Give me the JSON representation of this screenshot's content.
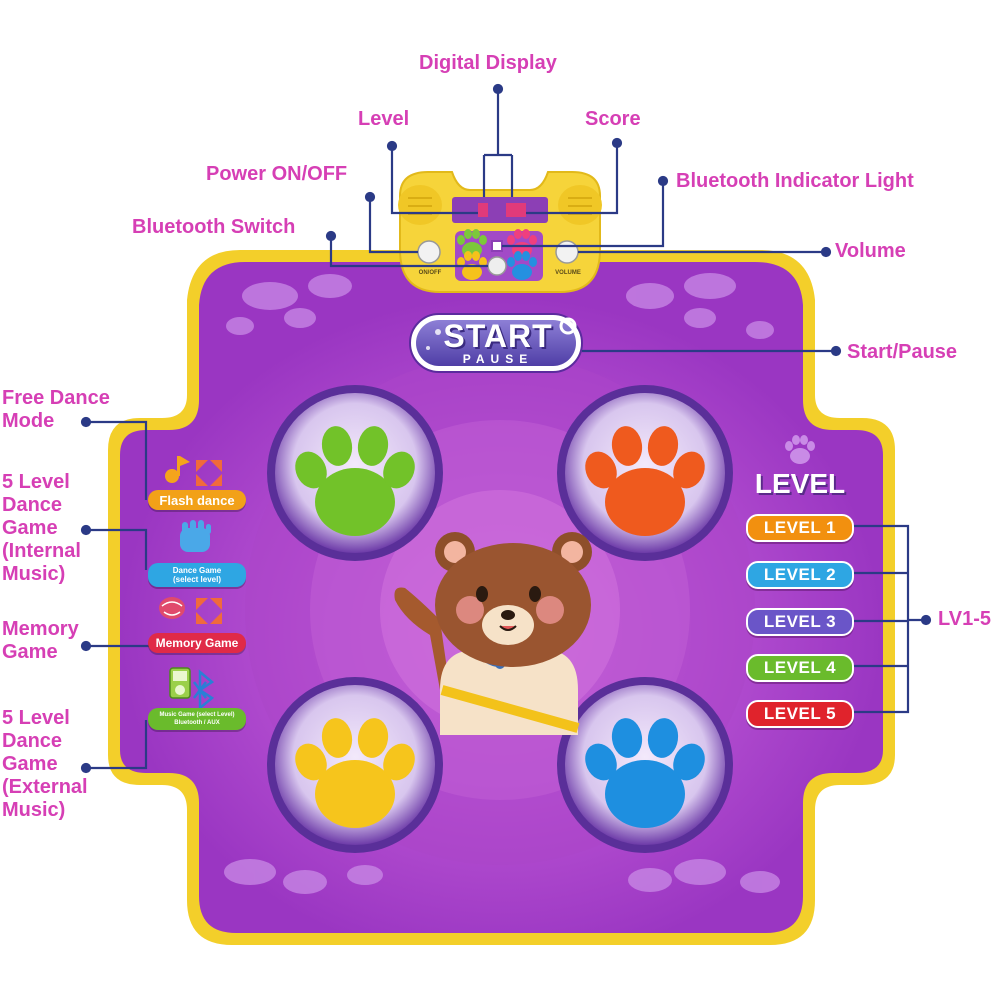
{
  "colors": {
    "callout_text": "#d63fb5",
    "leader_line": "#2b3a86",
    "mat_purple": "#9d38c4",
    "mat_border": "#f3cf2a",
    "paw_green": "#72c229",
    "paw_orange": "#ef5a1e",
    "paw_yellow": "#f6c51c",
    "paw_blue": "#1e8fe0",
    "level_1": "#f2900f",
    "level_2": "#2ea6e3",
    "level_3": "#6a55c8",
    "level_4": "#6abb2c",
    "level_5": "#e0232c"
  },
  "callouts": {
    "digital_display": "Digital Display",
    "level": "Level",
    "score": "Score",
    "power": "Power ON/OFF",
    "bluetooth_indicator": "Bluetooth Indicator Light",
    "bluetooth_switch": "Bluetooth Switch",
    "volume": "Volume",
    "start_pause": "Start/Pause",
    "free_dance": "Free Dance Mode",
    "level_dance_internal": "5 Level Dance Game (Internal Music)",
    "memory_game": "Memory Game",
    "level_dance_external": "5 Level Dance Game (External Music)",
    "lv_range": "LV1-5"
  },
  "mat": {
    "start": "START",
    "pause": "PAUSE",
    "level_heading": "LEVEL",
    "panel_power_label": "ON/OFF",
    "panel_volume_label": "VOLUME",
    "modes": {
      "flash_dance": "Flash dance",
      "dance_game_line1": "Dance Game",
      "dance_game_line2": "(select level)",
      "memory_game": "Memory Game",
      "music_game_line1": "Music Game (select Level)",
      "music_game_line2": "Bluetooth / AUX"
    },
    "levels": [
      "LEVEL 1",
      "LEVEL 2",
      "LEVEL 3",
      "LEVEL 4",
      "LEVEL 5"
    ]
  },
  "icons": {
    "paws": [
      "paw-print-icon"
    ],
    "mode_icons": [
      "music-note-icon",
      "dance-hand-icon",
      "brain-icon",
      "music-player-icon",
      "bluetooth-icon"
    ]
  }
}
